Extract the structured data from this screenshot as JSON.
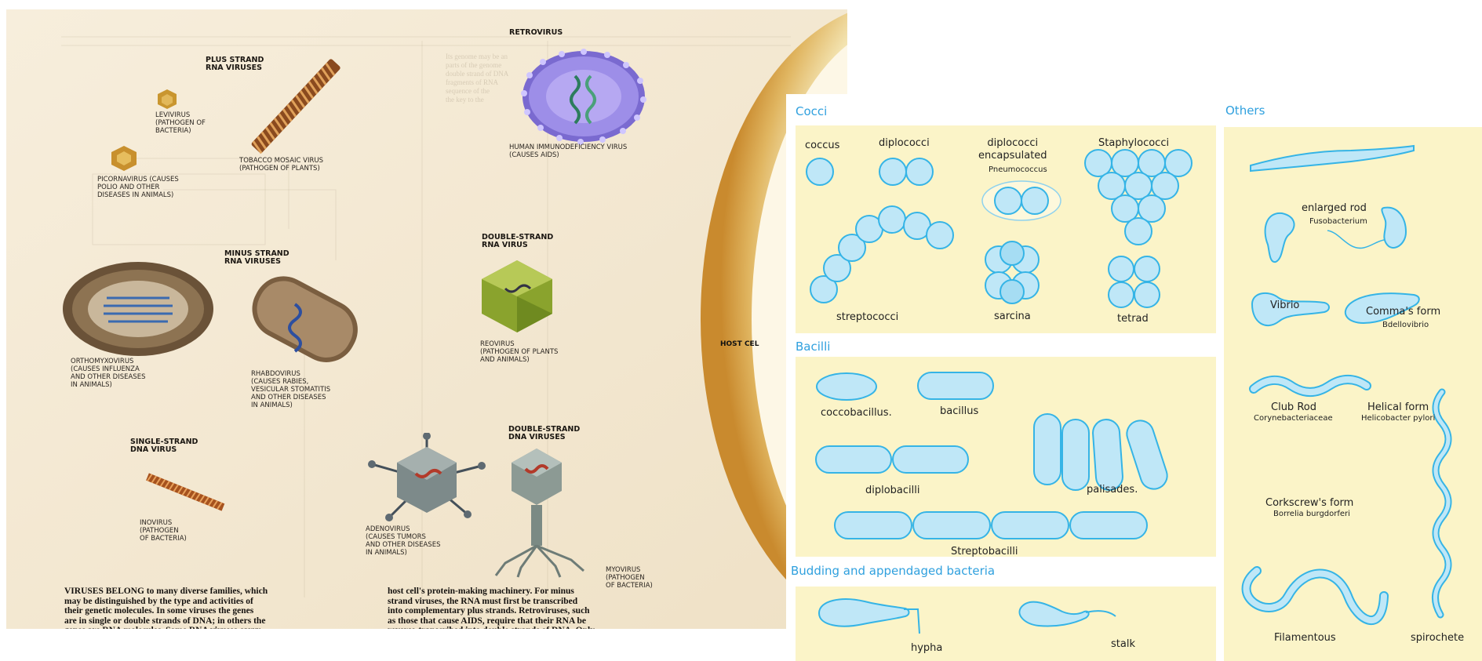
{
  "virus_page": {
    "header_title": "RETROVIRUS",
    "labels": {
      "plus_strand": "PLUS STRAND\nRNA VIRUSES",
      "minus_strand": "MINUS STRAND\nRNA VIRUSES",
      "double_rna": "DOUBLE-STRAND\nRNA VIRUS",
      "single_dna": "SINGLE-STRAND\nDNA VIRUS",
      "double_dna": "DOUBLE-STRAND\nDNA VIRUSES",
      "host_cell": "HOST CEL"
    },
    "captions": {
      "levivirus": "LEVIVIRUS\n(PATHOGEN OF\nBACTERIA)",
      "tobacco": "TOBACCO MOSAIC VIRUS\n(PATHOGEN OF PLANTS)",
      "picornavirus": "PICORNAVIRUS (CAUSES\nPOLIO AND OTHER\nDISEASES IN ANIMALS)",
      "hiv": "HUMAN IMMUNODEFICIENCY VIRUS\n(CAUSES AIDS)",
      "orthomyxovirus": "ORTHOMYXOVIRUS\n(CAUSES INFLUENZA\nAND OTHER DISEASES\nIN ANIMALS)",
      "rhabdovirus": "RHABDOVIRUS\n(CAUSES RABIES,\nVESICULAR STOMATITIS\nAND OTHER DISEASES\nIN ANIMALS)",
      "reovirus": "REOVIRUS\n(PATHOGEN OF PLANTS\nAND ANIMALS)",
      "inovirus": "INOVIRUS\n(PATHOGEN\nOF BACTERIA)",
      "adenovirus": "ADENOVIRUS\n(CAUSES TUMORS\nAND OTHER DISEASES\nIN ANIMALS)",
      "myovirus": "MYOVIRUS\n(PATHOGEN\nOF BACTERIA)"
    },
    "body_left": "VIRUSES BELONG to many diverse families, which\nmay be distinguished by the type and activities of\ntheir genetic molecules. In some viruses the genes\nare in single or double strands of DNA; in others the\ngenes are RNA molecules. Some RNA viruses carry",
    "body_right": "host cell's protein-making machinery. For minus\nstrand viruses, the RNA must first be transcribed\ninto complementary plus strands. Retroviruses, such\nas those that cause AIDS, require that their RNA be\nreverse-transcribed into double strands of DNA. Only"
  },
  "bacteria": {
    "sections": {
      "cocci": "Cocci",
      "bacilli": "Bacilli",
      "budding": "Budding and appendaged bacteria",
      "others": "Others"
    },
    "cocci": {
      "coccus": "coccus",
      "diplococci": "diplococci",
      "diplococci_encapsulated": "diplococci\nencapsulated",
      "pneumococcus": "Pneumococcus",
      "staphylococci": "Staphylococci",
      "streptococci": "streptococci",
      "sarcina": "sarcina",
      "tetrad": "tetrad"
    },
    "bacilli": {
      "coccobacillus": "coccobacillus.",
      "bacillus": "bacillus",
      "diplobacilli": "diplobacilli",
      "palisades": "palisades.",
      "streptobacilli": "Streptobacilli"
    },
    "budding": {
      "hypha": "hypha",
      "stalk": "stalk"
    },
    "others": {
      "enlarged_rod": "enlarged rod",
      "fusobacterium": "Fusobacterium",
      "vibrio": "Vibrio",
      "commas_form": "Comma's form",
      "bdellovibrio": "Bdellovibrio",
      "club_rod": "Club Rod",
      "corynebacteriaceae": "Corynebacteriaceae",
      "helical_form": "Helical form",
      "helicobacter": "Helicobacter pylori",
      "corkscrew": "Corkscrew's form",
      "borrelia": "Borrelia burgdorferi",
      "filamentous": "Filamentous",
      "spirochete": "spirochete"
    }
  },
  "colors": {
    "bacteria_fill": "#bfe7f7",
    "bacteria_stroke": "#35b4e6",
    "section_heading": "#2fa0de",
    "panel_background": "#fbf4c8",
    "page_paper": "#f5ead6",
    "host_cell": "#dba84e"
  }
}
